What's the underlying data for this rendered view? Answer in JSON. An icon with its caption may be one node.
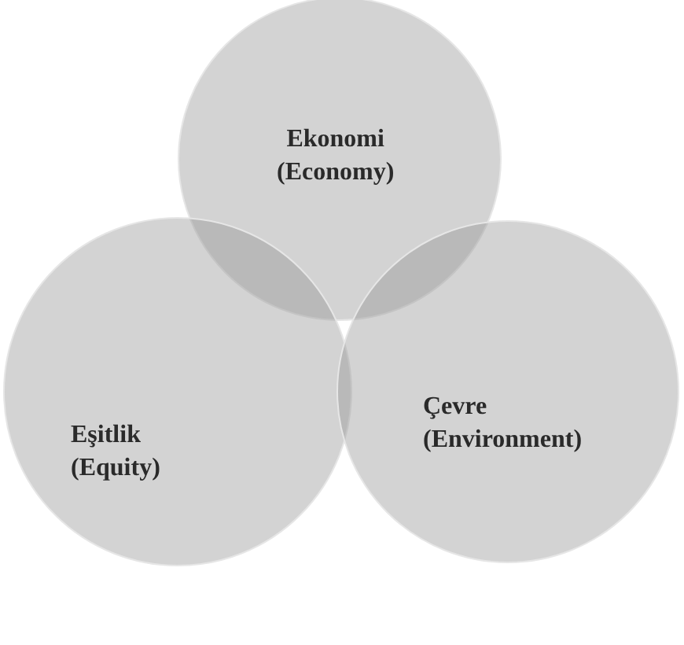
{
  "diagram": {
    "nodes": [
      {
        "text": [
          "Ekonomi (Economy)"
        ]
      },
      {
        "text": [
          "Eşitlik (Equity)"
        ]
      },
      {
        "text": [
          "Çevre (Environment)"
        ]
      }
    ]
  }
}
